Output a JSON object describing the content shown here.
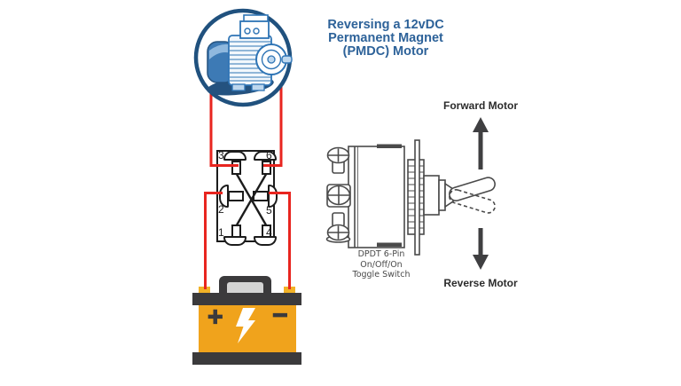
{
  "title": {
    "line1": "Reversing a 12vDC",
    "line2": "Permanent Magnet",
    "line3": "(PMDC) Motor"
  },
  "motor": {
    "icon": "pmdc-motor-icon"
  },
  "switch_diagram": {
    "terminals": [
      {
        "label": "3"
      },
      {
        "label": "6"
      },
      {
        "label": "2"
      },
      {
        "label": "5"
      },
      {
        "label": "1"
      },
      {
        "label": "4"
      }
    ]
  },
  "toggle_switch": {
    "caption": [
      "DPDT 6-Pin",
      "On/Off/On",
      "Toggle Switch"
    ]
  },
  "directions": {
    "forward": "Forward Motor",
    "reverse": "Reverse Motor"
  },
  "battery": {
    "positive": "+",
    "negative": "−",
    "icon": "lightning-bolt-icon"
  },
  "colors": {
    "wire_red": "#E8251F",
    "title_blue": "#2D6299",
    "navy": "#20517E",
    "motor_blue": "#2E74B5",
    "battery_orange": "#F0A31C",
    "battery_dark": "#3B3A3C",
    "line_art_gray": "#4A4A4A",
    "arrow_dark": "#3F3F41"
  }
}
